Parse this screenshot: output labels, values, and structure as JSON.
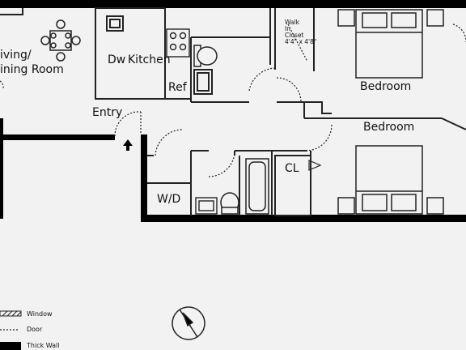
{
  "rooms": {
    "living": [
      "iving/",
      "ining Room"
    ],
    "dw": "Dw",
    "kitchen": "Kitchen",
    "ref": "Ref",
    "entry": "Entry",
    "walk_in": [
      "Walk",
      "In",
      "Closet",
      "4'4\" x 4'8\""
    ],
    "bedroom_1": "Bedroom",
    "bedroom_2": "Bedroom",
    "cl": "CL",
    "wd": "W/D"
  },
  "legend": {
    "window": "Window",
    "door": "Door",
    "thick_wall": "Thick Wall"
  },
  "icons": [
    "compass-icon",
    "entry-arrow-icon",
    "dining-table-icon",
    "stove-icon",
    "toilet-icon",
    "bathtub-icon",
    "sink-icon",
    "bed-icon",
    "nightstand-icon"
  ],
  "colors": {
    "wall": "#000000",
    "line": "#222222",
    "background": "#f2f2f2"
  }
}
